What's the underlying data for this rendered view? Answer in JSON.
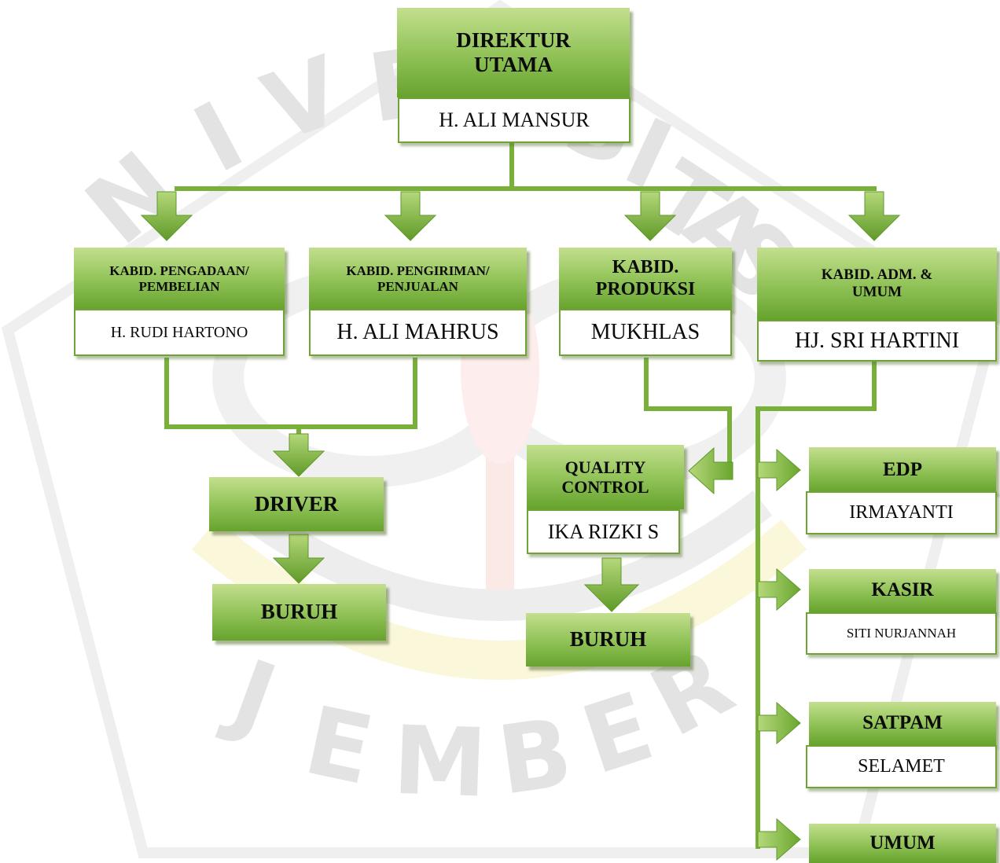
{
  "diagram": {
    "watermark": {
      "letters_top": [
        "N",
        "I",
        "V",
        "E",
        "R",
        "S",
        "I",
        "T",
        "A",
        "S"
      ],
      "letters_bottom": [
        "J",
        "E",
        "M",
        "B",
        "E",
        "R"
      ]
    },
    "direktur": {
      "title": "DIREKTUR UTAMA",
      "name": "H. ALI MANSUR"
    },
    "kabid_pengadaan": {
      "title": "KABID. PENGADAAN/ PEMBELIAN",
      "name": "H. RUDI HARTONO"
    },
    "kabid_pengiriman": {
      "title": "KABID. PENGIRIMAN/ PENJUALAN",
      "name": "H. ALI MAHRUS"
    },
    "kabid_produksi": {
      "title": "KABID. PRODUKSI",
      "name": "MUKHLAS"
    },
    "kabid_adm": {
      "title": "KABID.  ADM. & UMUM",
      "name": "HJ. SRI HARTINI"
    },
    "driver": {
      "title": "DRIVER"
    },
    "buruh_left": {
      "title": "BURUH"
    },
    "quality_control": {
      "title": "QUALITY CONTROL",
      "name": "IKA RIZKI S"
    },
    "buruh_mid": {
      "title": "BURUH"
    },
    "edp": {
      "title": "EDP",
      "name": "IRMAYANTI"
    },
    "kasir": {
      "title": "KASIR",
      "name": "SITI NURJANNAH"
    },
    "satpam": {
      "title": "SATPAM",
      "name": "SELAMET"
    },
    "umum": {
      "title": "UMUM"
    },
    "colors": {
      "accent": "#7ab33c",
      "dark": "#5f9a28",
      "light": "#c3df8e"
    }
  }
}
